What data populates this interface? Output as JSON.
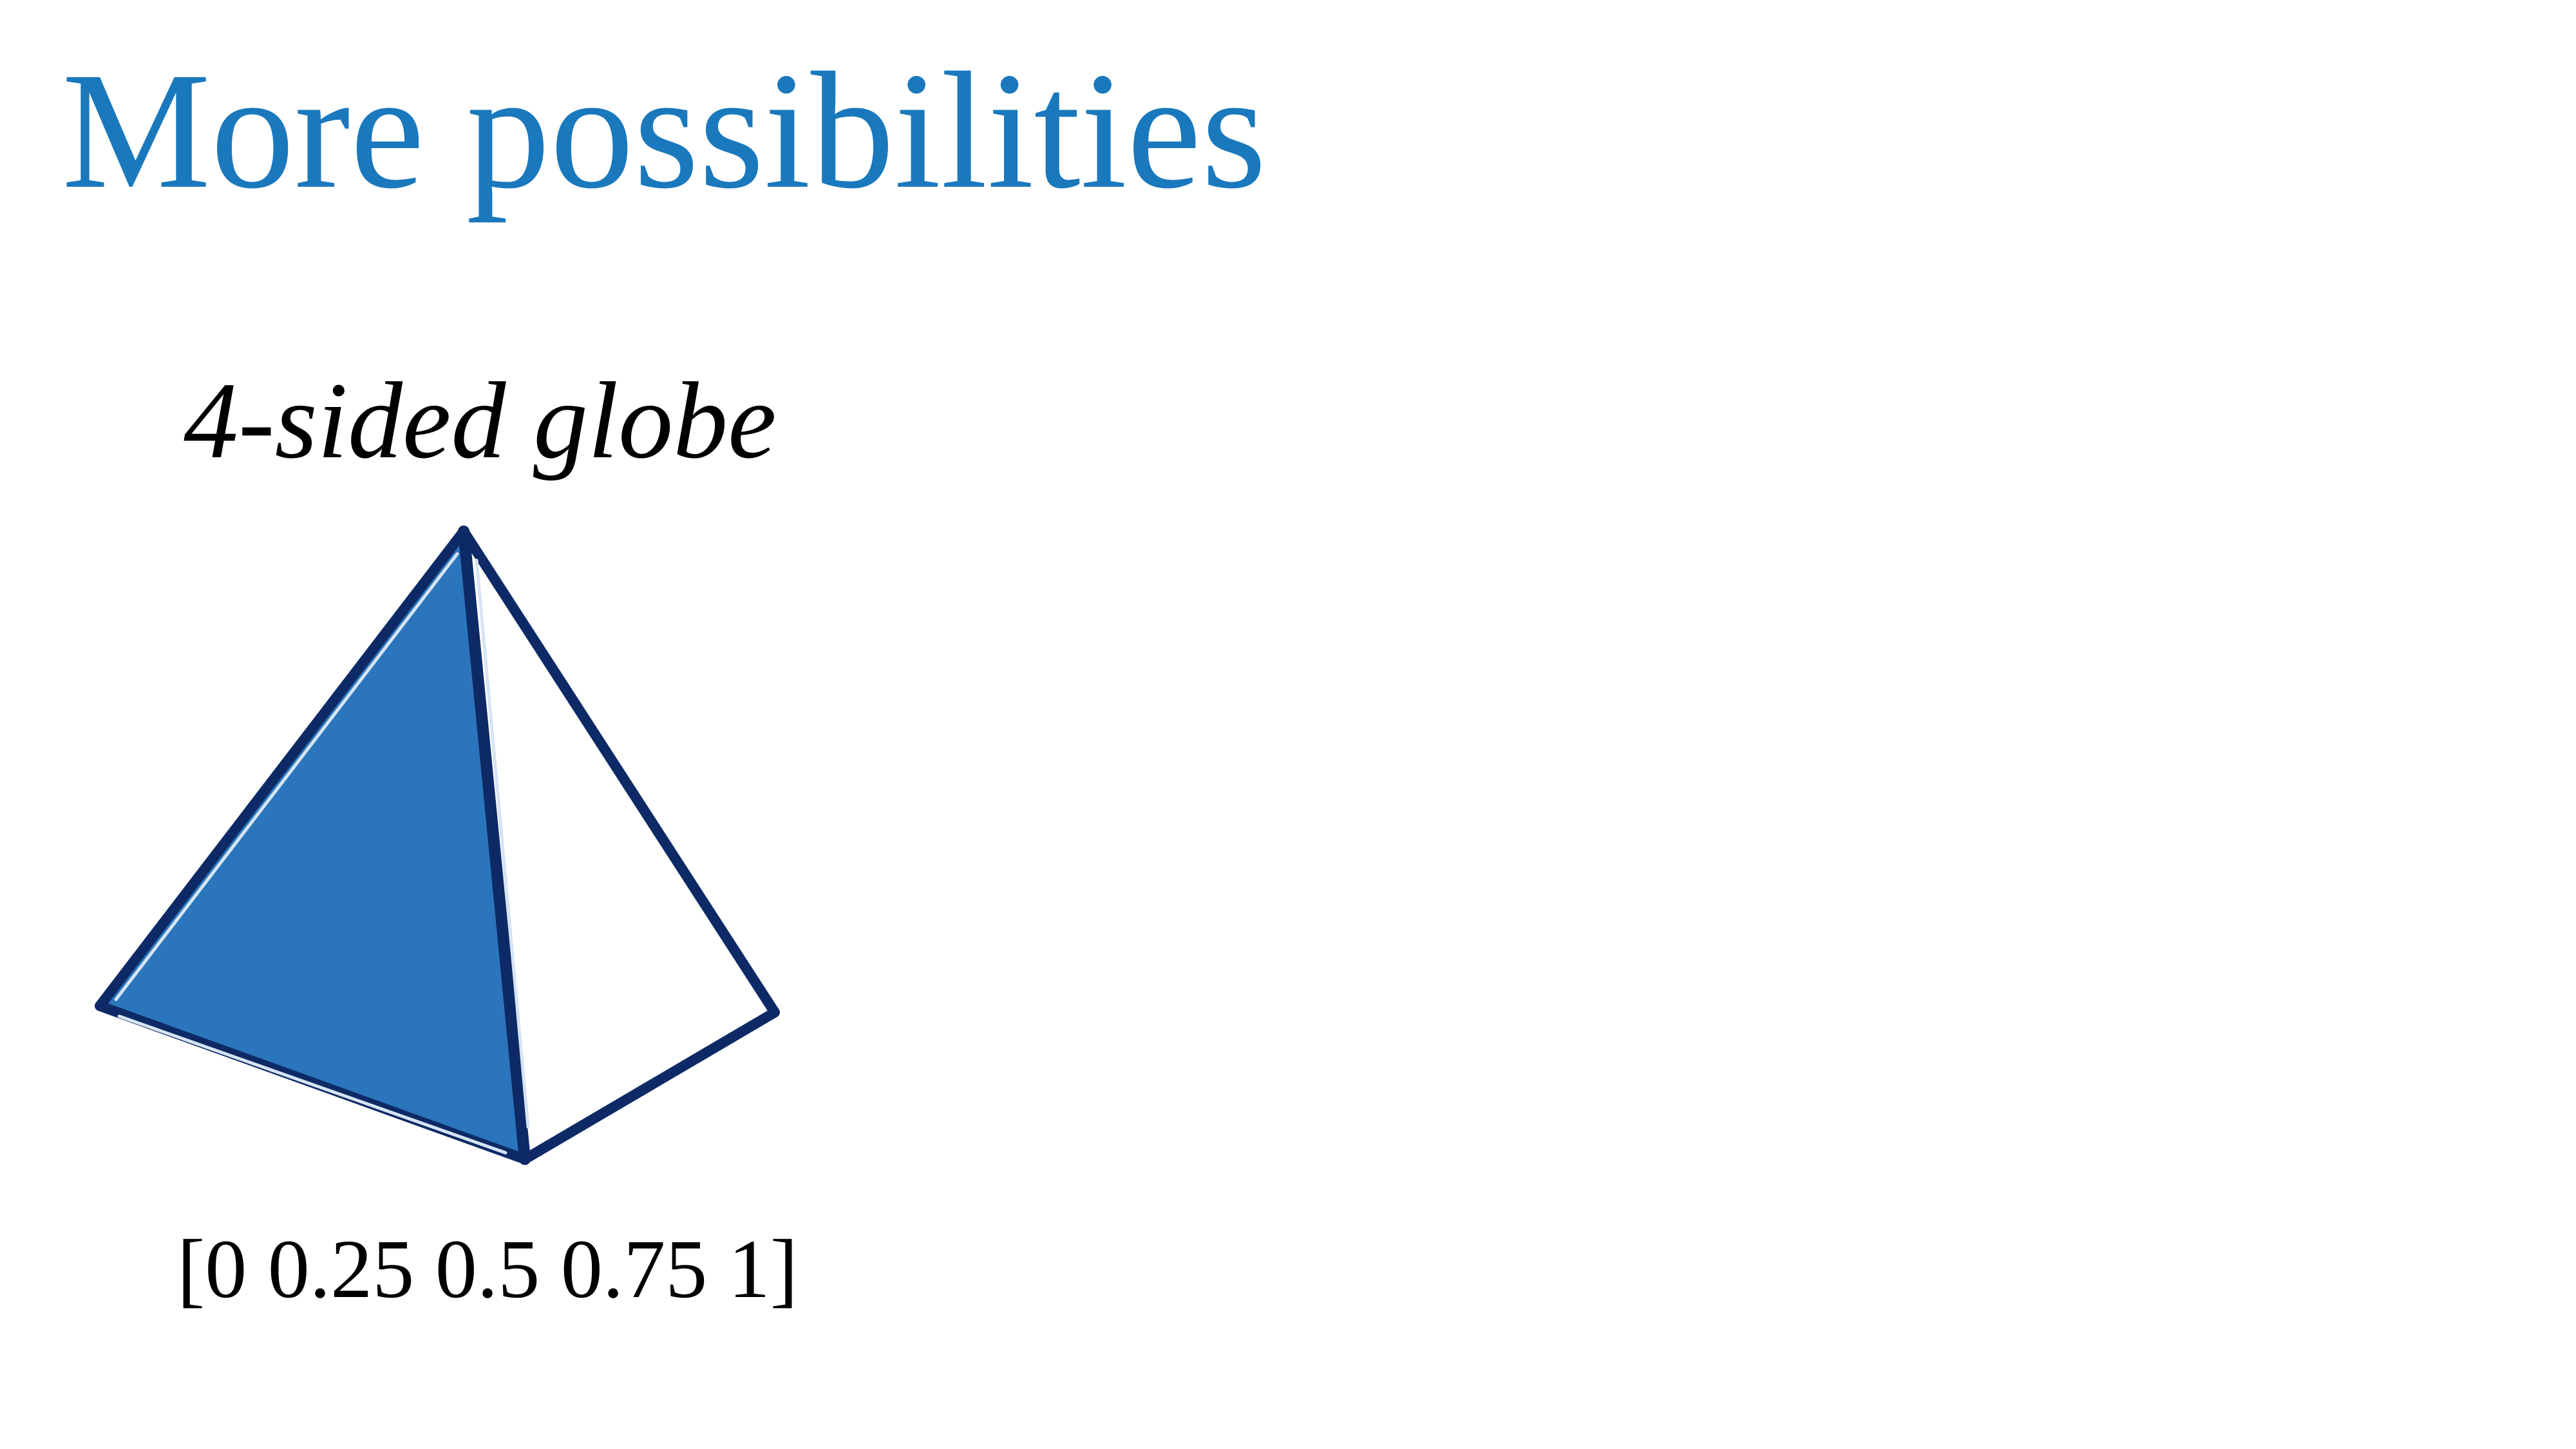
{
  "slide": {
    "title": "More possibilities",
    "title_color": "#1a78bd"
  },
  "figure": {
    "caption": "4-sided globe",
    "icon": "tetrahedron-icon",
    "fill_color": "#2a75bb",
    "edge_color": "#0d2a66",
    "value_label": "[0 0.25 0.5 0.75 1]"
  }
}
